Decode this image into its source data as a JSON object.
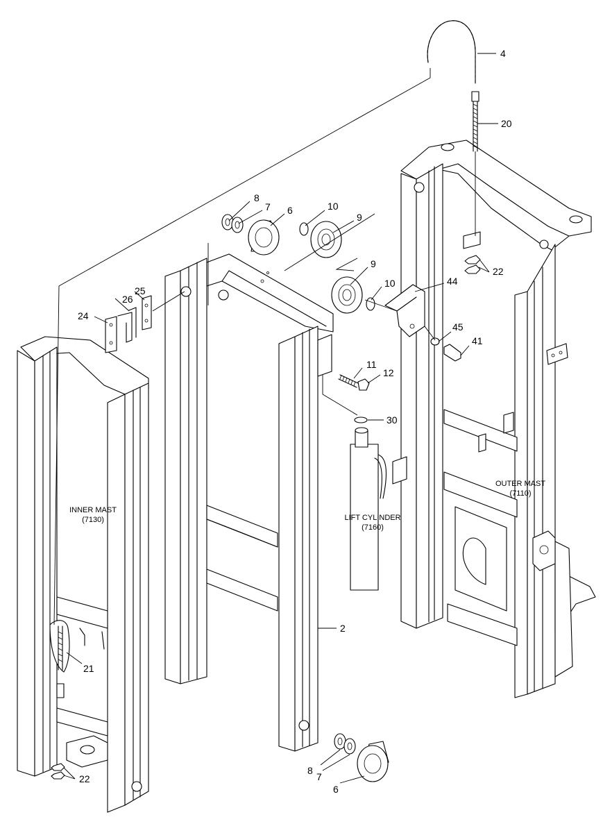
{
  "callouts": {
    "p4": "4",
    "p20": "20",
    "p8_top": "8",
    "p7_top": "7",
    "p6_top": "6",
    "p10_top": "10",
    "p9_top": "9",
    "p9_mid": "9",
    "p10_mid": "10",
    "p44": "44",
    "p22_top": "22",
    "p25": "25",
    "p26": "26",
    "p24": "24",
    "p45": "45",
    "p41": "41",
    "p11": "11",
    "p12": "12",
    "p30": "30",
    "p2": "2",
    "p21": "21",
    "p8_bot": "8",
    "p7_bot": "7",
    "p6_bot": "6",
    "p22_bot": "22"
  },
  "labels": {
    "inner_mast": "INNER MAST",
    "inner_mast_code": "(7130)",
    "outer_mast": "OUTER MAST",
    "outer_mast_code": "(7110)",
    "lift_cylinder": "LIFT CYLINDER",
    "lift_cylinder_code": "(7160)"
  }
}
